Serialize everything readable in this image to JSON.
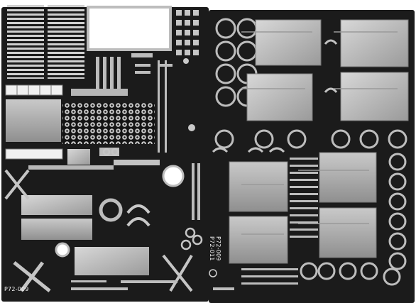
{
  "image": {
    "description_free": true,
    "colors": {
      "background": "#ffffff",
      "fret_dark": "#1a1a1a",
      "metal_light": "#cfcfcf",
      "metal_mid": "#8a8a8a"
    }
  },
  "labels": {
    "left_fret_code": "P72-009",
    "right_fret_code_1": "P72-009",
    "right_fret_code_2": "P72-011"
  }
}
